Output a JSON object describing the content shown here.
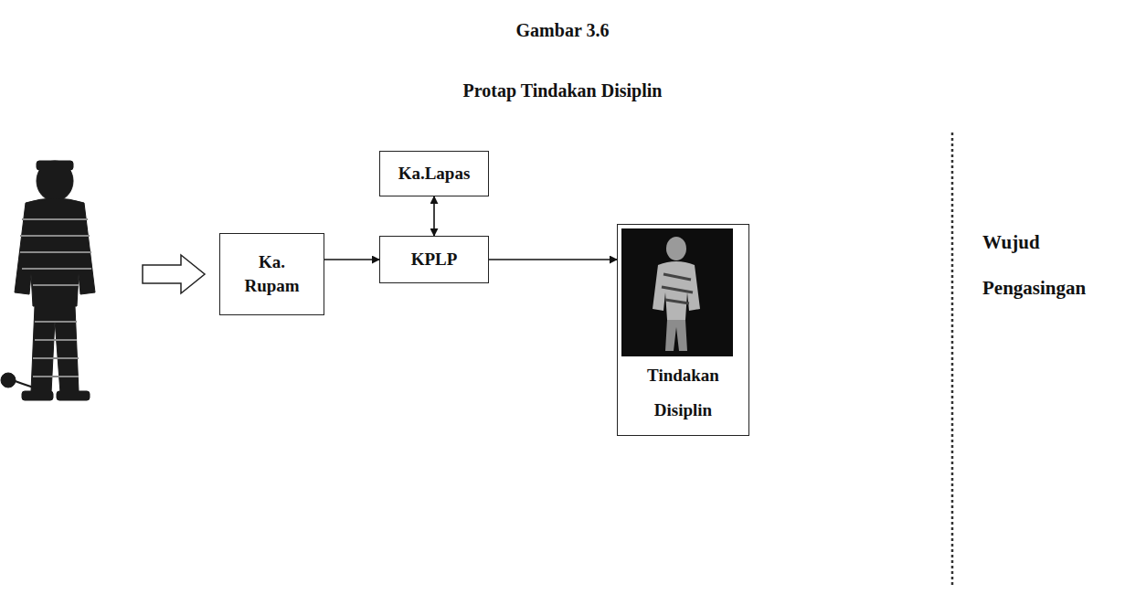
{
  "diagram": {
    "title": "Gambar 3.6",
    "nodes": [
      {
        "text": [
          "Ka.Lapas"
        ]
      },
      {
        "text": [
          "Ka. Rupam"
        ]
      },
      {
        "text": [
          "KPLP"
        ]
      },
      {
        "text": [
          "Tindakan Disiplin"
        ]
      }
    ],
    "edges": [
      {
        "from": 0,
        "to": 2,
        "arrow": "both"
      },
      {
        "from": 1,
        "to": 2,
        "arrow": "to"
      },
      {
        "from": 2,
        "to": 3,
        "arrow": "to"
      }
    ],
    "labels": [
      "Protap Tindakan Disiplin",
      "Wujud Pengasingan"
    ]
  }
}
